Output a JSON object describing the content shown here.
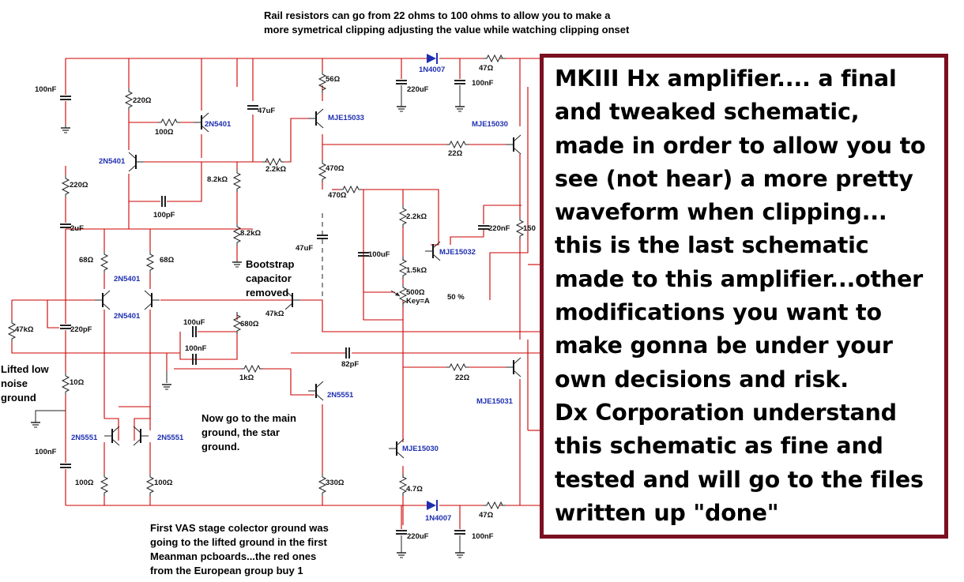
{
  "notes": {
    "top": "Rail resistors can go from 22 ohms to 100 ohms to allow you to make a\nmore symetrical clipping adjusting the value while watching clipping onset",
    "bootstrap": "Bootstrap\ncapacitor\nremoved",
    "lifted": "Lifted low\nnoise\nground",
    "main_ground": "Now go to the main\nground, the star\nground.",
    "vas": "First VAS stage colector ground was\ngoing to the lifted ground in the first\nMeanman pcboards...the red ones\nfrom the European group buy 1"
  },
  "panel": {
    "text": "MKIII Hx amplifier.... a final\nand tweaked schematic,\nmade in order to allow you to\nsee (not hear) a more pretty\nwaveform when clipping...\nthis is the last schematic\nmade to this amplifier...other\nmodifications you want to\nmake gonna be under your\nown decisions and risk.\nDx Corporation understand\nthis schematic as fine and\ntested and will go to the files\nwritten up \"done\""
  },
  "labels": {
    "c_100nF_left": "100nF",
    "r_220_a": "220Ω",
    "r_220_b": "220Ω",
    "c_2uF": "2uF",
    "r_68_a": "68Ω",
    "r_68_b": "68Ω",
    "r_47k_a": "47kΩ",
    "c_220pF": "220pF",
    "r_10": "10Ω",
    "c_100nF_bottom": "100nF",
    "r_100_a": "100Ω",
    "r_100_b": "100Ω",
    "r_100_mid": "100Ω",
    "r_8k2_a": "8.2kΩ",
    "r_8k2_b": "8.2kΩ",
    "r_2k2_a": "2.2kΩ",
    "r_2k2_b": "2.2kΩ",
    "c_100pF": "100pF",
    "c_47uF_a": "47uF",
    "c_47uF_b": "47uF",
    "r_56": "56Ω",
    "r_470_a": "470Ω",
    "r_470_b": "470Ω",
    "r_680": "680Ω",
    "r_47k_b": "47kΩ",
    "c_100uF_a": "100uF",
    "c_100uF_b": "100uF",
    "c_100nF_fb": "100nF",
    "c_82pF": "82pF",
    "r_1k": "1kΩ",
    "r_330": "330Ω",
    "r_4k7": "4.7Ω",
    "r_1k5": "1.5kΩ",
    "pot_500": "500Ω",
    "pot_key": "Key=A",
    "pot_pct": "50 %",
    "c_220uF_top": "220uF",
    "c_100nF_top": "100nF",
    "c_220uF_bot": "220uF",
    "c_100nF_bot2": "100nF",
    "r_47_top": "47Ω",
    "r_47_bot": "47Ω",
    "r_22_a": "22Ω",
    "r_22_b": "22Ω",
    "c_220nF": "220nF",
    "r_150": "150",
    "d_top": "1N4007",
    "d_bot": "1N4007",
    "q_2n5401_a": "2N5401",
    "q_2n5401_b": "2N5401",
    "q_2n5401_c": "2N5401",
    "q_2n5401_d": "2N5401",
    "q_2n5551_a": "2N5551",
    "q_2n5551_b": "2N5551",
    "q_2n5551_c": "2N5551",
    "q_mje15033": "MJE15033",
    "q_mje15030_a": "MJE15030",
    "q_mje15030_b": "MJE15030",
    "q_mje15032": "MJE15032",
    "q_mje15031": "MJE15031"
  },
  "colors": {
    "wire": "#cc0000",
    "component": "#222222",
    "panel_border": "#7a1020",
    "part_label": "#1f2fb0"
  }
}
